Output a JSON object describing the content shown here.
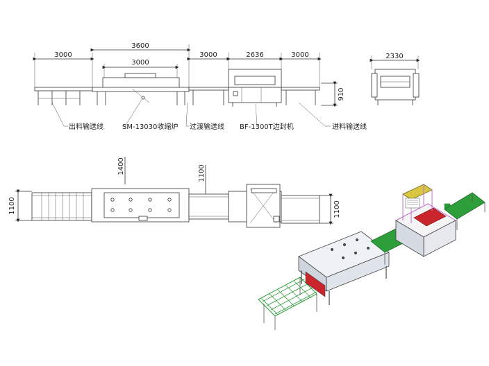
{
  "side_view": {
    "dims_top": [
      "3000",
      "3600",
      "3000",
      "2636",
      "3000"
    ],
    "dim_inner": "3000",
    "dim_height": "910",
    "end_view_width": "2330",
    "labels": {
      "outfeed": "出料输送线",
      "shrink_tunnel": "SM-13030收缩炉",
      "transition": "过渡输送线",
      "sealer": "BF-1300T边封机",
      "infeed": "进料输送线"
    }
  },
  "top_view": {
    "dim_left": "1100",
    "dim_tunnel": "1400",
    "dim_transition": "1100",
    "dim_right": "1100"
  },
  "colors": {
    "conveyor_green": "#2e9e3a",
    "tunnel_body": "#dfe3ea",
    "sealer_red": "#c8252c",
    "frame_purple": "#c070d0",
    "guard_yellow": "#d8c640"
  }
}
